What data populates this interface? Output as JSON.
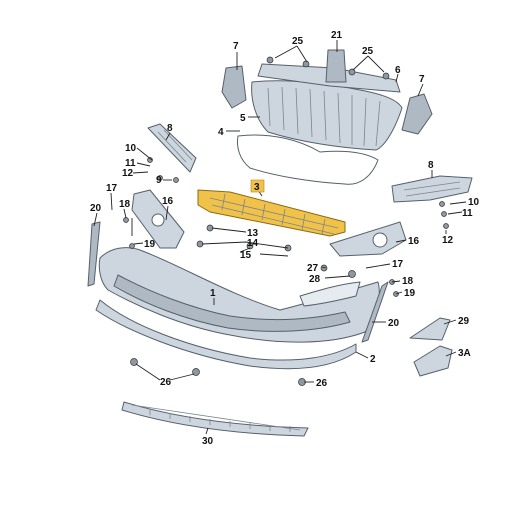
{
  "callouts": {
    "c1": "1",
    "c2": "2",
    "c3": "3",
    "c3a": "3A",
    "c4": "4",
    "c5": "5",
    "c6": "6",
    "c7a": "7",
    "c7b": "7",
    "c8a": "8",
    "c8b": "8",
    "c9": "9",
    "c10a": "10",
    "c10b": "10",
    "c11": "11",
    "c12a": "12",
    "c12b": "12",
    "c13": "13",
    "c14": "14",
    "c15": "15",
    "c16a": "16",
    "c16b": "16",
    "c17a": "17",
    "c17b": "17",
    "c18a": "18",
    "c18b": "18",
    "c19a": "19",
    "c19b": "19",
    "c20a": "20",
    "c20b": "20",
    "c21": "21",
    "c25a": "25",
    "c25b": "25",
    "c26a": "26",
    "c26b": "26",
    "c27": "27",
    "c28": "28",
    "c29": "29",
    "c30": "30"
  },
  "colors": {
    "highlight": "#f1c24a",
    "part": "#cdd6df",
    "outline": "#55606b"
  },
  "highlighted_part": "3"
}
